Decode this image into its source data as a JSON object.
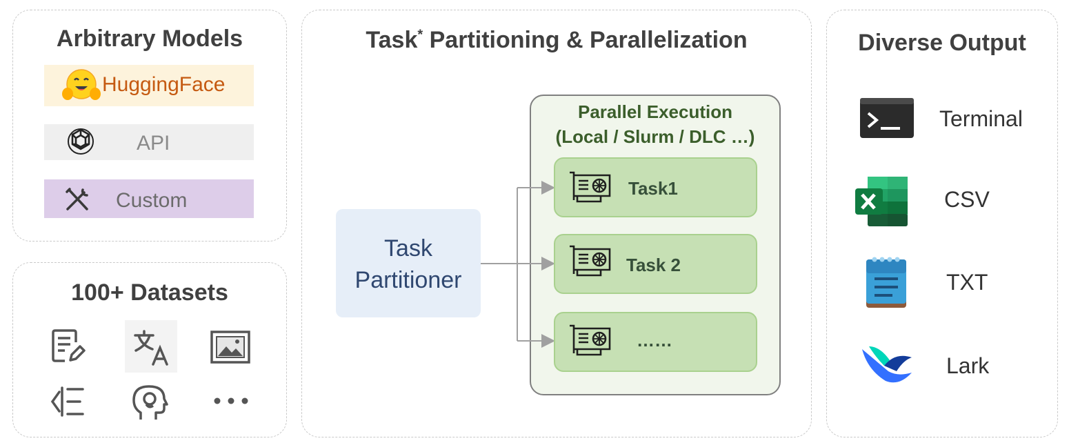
{
  "models": {
    "title": "Arbitrary Models",
    "items": [
      {
        "label": "HuggingFace",
        "icon": "hugging-face-emoji-icon",
        "bg": "#fdf3dc",
        "color": "#c55a11"
      },
      {
        "label": "API",
        "icon": "openai-icon",
        "bg": "#efefef",
        "color": "#8a8a8a"
      },
      {
        "label": "Custom",
        "icon": "tools-icon",
        "bg": "#ddcde9",
        "color": "#6b6b6b"
      }
    ]
  },
  "datasets": {
    "title": "100+ Datasets",
    "icons": [
      "document-edit-icon",
      "translate-icon",
      "image-icon",
      "outline-list-icon",
      "brain-head-icon",
      "more-icon"
    ]
  },
  "center": {
    "title_prefix": "Task",
    "title_sup": "*",
    "title_rest": "Partitioning & Parallelization",
    "partitioner_line1": "Task",
    "partitioner_line2": "Partitioner",
    "parallel_line1": "Parallel Execution",
    "parallel_line2": "(Local / Slurm / DLC …)",
    "tasks": [
      "Task1",
      "Task 2",
      "……"
    ]
  },
  "output": {
    "title": "Diverse Output",
    "items": [
      {
        "label": "Terminal",
        "icon": "terminal-icon"
      },
      {
        "label": "CSV",
        "icon": "excel-icon"
      },
      {
        "label": "TXT",
        "icon": "notepad-icon"
      },
      {
        "label": "Lark",
        "icon": "lark-icon"
      }
    ]
  }
}
